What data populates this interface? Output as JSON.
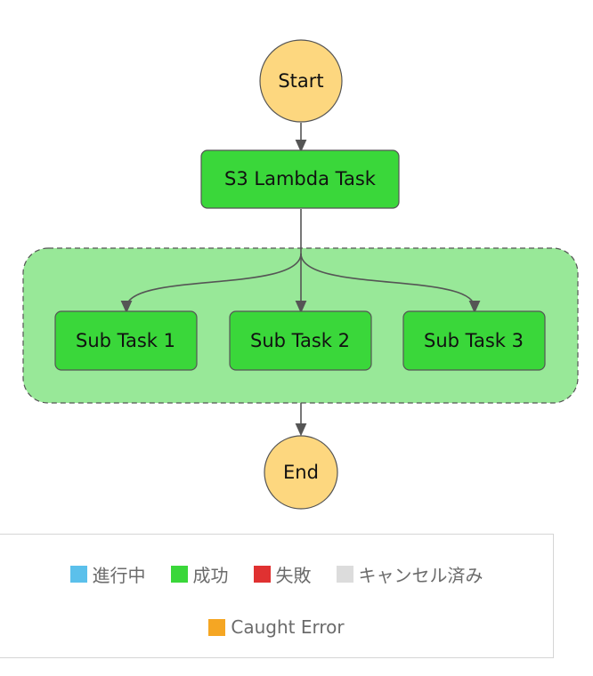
{
  "nodes": {
    "start": "Start",
    "lambda_task": "S3 Lambda Task",
    "sub_task_1": "Sub Task 1",
    "sub_task_2": "Sub Task 2",
    "sub_task_3": "Sub Task 3",
    "end": "End"
  },
  "legend": {
    "in_progress": {
      "label": "進行中",
      "color": "#5bc0eb"
    },
    "succeeded": {
      "label": "成功",
      "color": "#3ad73a"
    },
    "failed": {
      "label": "失敗",
      "color": "#e03131"
    },
    "cancelled": {
      "label": "キャンセル済み",
      "color": "#dcdcdc"
    },
    "caught_error": {
      "label": "Caught Error",
      "color": "#f5a623"
    }
  },
  "colors": {
    "terminal_fill": "#fdd77f",
    "task_fill": "#3ad73a",
    "parallel_fill": "#98e898",
    "edge": "#555555"
  }
}
